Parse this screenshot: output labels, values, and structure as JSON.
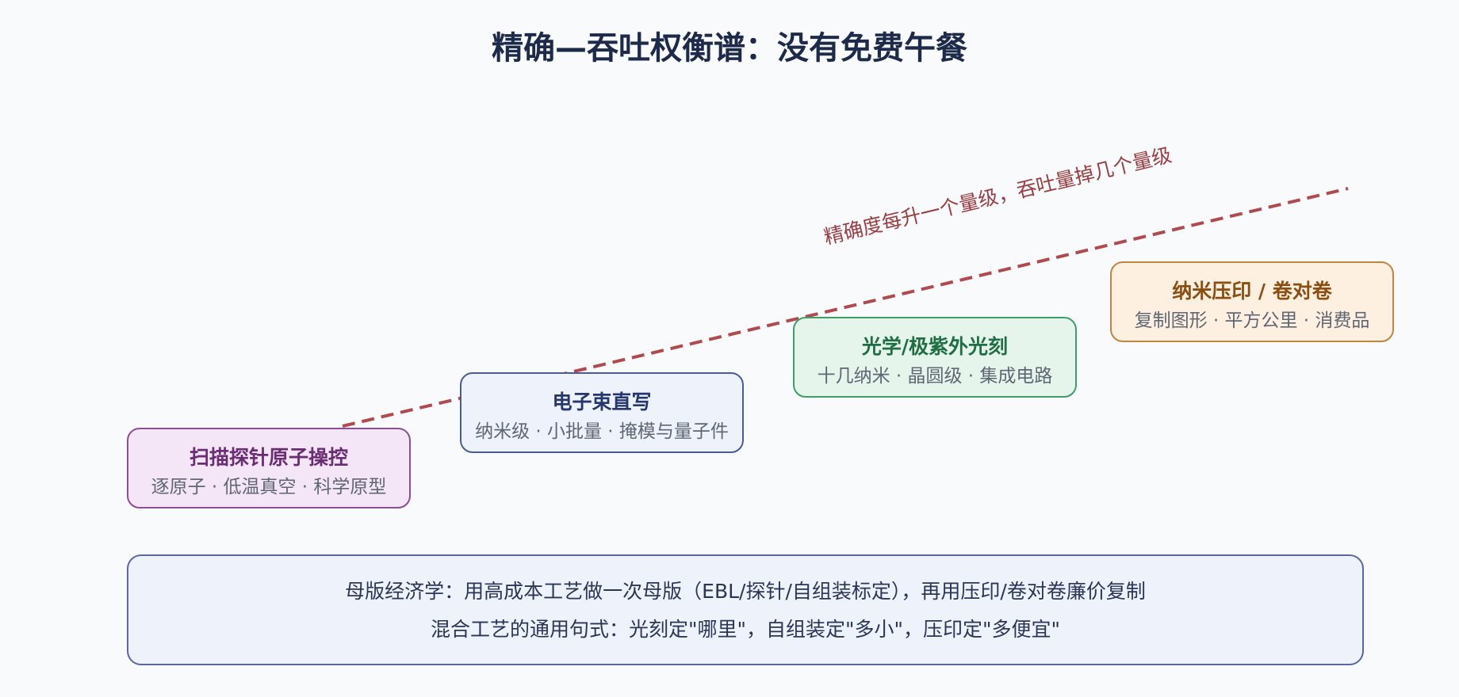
{
  "title": "精确—吞吐权衡谱：没有免费午餐",
  "trend": {
    "label": "精确度每升一个量级，吞吐量掉几个量级",
    "color": "#b04a4f"
  },
  "stages": [
    {
      "title": "扫描探针原子操控",
      "subtitle": "逐原子 · 低温真空 · 科学原型",
      "accent": "#8a4f94",
      "fill": "#f4e6f6"
    },
    {
      "title": "电子束直写",
      "subtitle": "纳米级 · 小批量 · 掩模与量子件",
      "accent": "#4b5b98",
      "fill": "#eef2fb"
    },
    {
      "title": "光学/极紫外光刻",
      "subtitle": "十几纳米 · 晶圆级 · 集成电路",
      "accent": "#3f9e68",
      "fill": "#e5f5ec"
    },
    {
      "title": "纳米压印 / 卷对卷",
      "subtitle": "复制图形 · 平方公里 · 消费品",
      "accent": "#c28543",
      "fill": "#fdf0e0"
    }
  ],
  "note": {
    "line1": "母版经济学：用高成本工艺做一次母版（EBL/探针/自组装标定），再用压印/卷对卷廉价复制",
    "line2": "混合工艺的通用句式：光刻定\"哪里\"，自组装定\"多小\"，压印定\"多便宜\""
  }
}
